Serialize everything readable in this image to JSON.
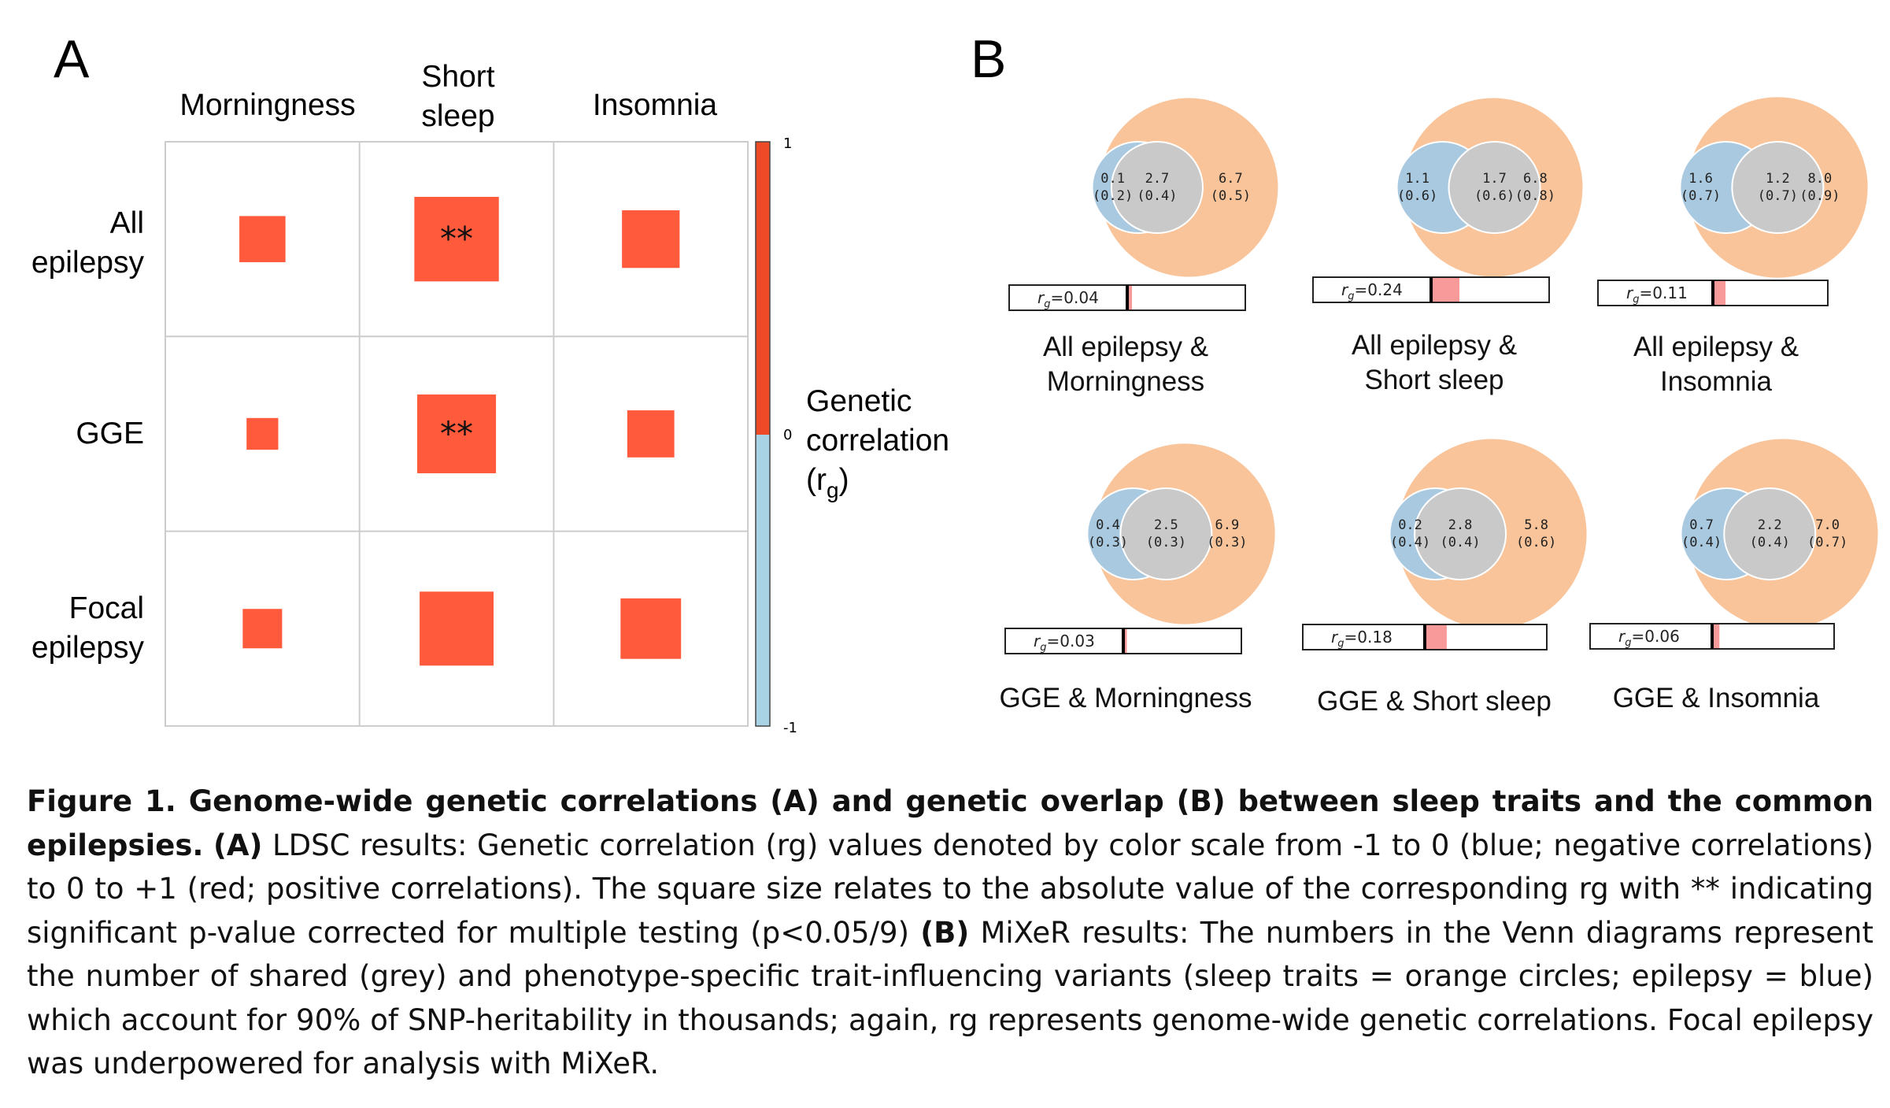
{
  "panel_a": {
    "label": "A",
    "col_headers": [
      "Morningness",
      "Short sleep",
      "Insomnia"
    ],
    "rows": [
      {
        "label": "All epilepsy",
        "cells": [
          {
            "size": 0.48,
            "sig": ""
          },
          {
            "size": 0.88,
            "sig": "**"
          },
          {
            "size": 0.6,
            "sig": ""
          }
        ]
      },
      {
        "label": "GGE",
        "cells": [
          {
            "size": 0.33,
            "sig": ""
          },
          {
            "size": 0.82,
            "sig": "**"
          },
          {
            "size": 0.49,
            "sig": ""
          }
        ]
      },
      {
        "label": "Focal epilepsy",
        "cells": [
          {
            "size": 0.41,
            "sig": ""
          },
          {
            "size": 0.77,
            "sig": ""
          },
          {
            "size": 0.63,
            "sig": ""
          }
        ]
      }
    ],
    "colorbar": {
      "ticks": [
        "1",
        "0",
        "-1"
      ],
      "title_line1": "Genetic",
      "title_line2": "correlation",
      "title_line3": "(r",
      "title_sub": "g",
      "title_close": ")"
    },
    "colors": {
      "positive": "#ff5a3c",
      "negative": "#a8d3e4",
      "grid": "#cccccc",
      "bar_pos": "#ee4a27"
    }
  },
  "panel_b": {
    "label": "B",
    "colors": {
      "epilepsy": "#a9c9e0",
      "sleep": "#f9c49a",
      "shared": "#c9c9c9",
      "rg_fill": "#f99a9a"
    },
    "diagrams": [
      {
        "title_line1": "All epilepsy &",
        "title_line2": "Morningness",
        "left": "0.1",
        "left_sd": "(0.2)",
        "shared": "2.7",
        "shared_sd": "(0.4)",
        "right": "6.7",
        "right_sd": "(0.5)",
        "rg_text": "=0.04",
        "rg": 0.04
      },
      {
        "title_line1": "All epilepsy &",
        "title_line2": "Short sleep",
        "left": "1.1",
        "left_sd": "(0.6)",
        "shared": "1.7",
        "shared_sd": "(0.6)",
        "right": "6.8",
        "right_sd": "(0.8)",
        "rg_text": "=0.24",
        "rg": 0.24
      },
      {
        "title_line1": "All epilepsy &",
        "title_line2": "Insomnia",
        "left": "1.6",
        "left_sd": "(0.7)",
        "shared": "1.2",
        "shared_sd": "(0.7)",
        "right": "8.0",
        "right_sd": "(0.9)",
        "rg_text": "=0.11",
        "rg": 0.11
      },
      {
        "title_line1": "GGE & Morningness",
        "title_line2": "",
        "left": "0.4",
        "left_sd": "(0.3)",
        "shared": "2.5",
        "shared_sd": "(0.3)",
        "right": "6.9",
        "right_sd": "(0.3)",
        "rg_text": "=0.03",
        "rg": 0.03
      },
      {
        "title_line1": "GGE & Short sleep",
        "title_line2": "",
        "left": "0.2",
        "left_sd": "(0.4)",
        "shared": "2.8",
        "shared_sd": "(0.4)",
        "right": "5.8",
        "right_sd": "(0.6)",
        "rg_text": "=0.18",
        "rg": 0.18
      },
      {
        "title_line1": "GGE & Insomnia",
        "title_line2": "",
        "left": "0.7",
        "left_sd": "(0.4)",
        "shared": "2.2",
        "shared_sd": "(0.4)",
        "right": "7.0",
        "right_sd": "(0.7)",
        "rg_text": "=0.06",
        "rg": 0.06
      }
    ]
  },
  "caption": {
    "fig_label": "Figure 1. Genome-wide genetic correlations (A) and genetic overlap (B) between sleep traits and the common epilepsies.",
    "part_a_label": "(A)",
    "part_a_text": "LDSC results: Genetic correlation (rg) values denoted by color scale from -1 to 0 (blue; negative correlations) to 0 to +1 (red; positive correlations). The square size relates to the absolute value of the corresponding rg with ** indicating significant p-value corrected for multiple testing (p<0.05/9)",
    "part_b_label": "(B)",
    "part_b_text": "MiXeR results: The numbers in the Venn diagrams represent the number of shared (grey) and phenotype-specific trait-influencing variants (sleep traits = orange circles; epilepsy = blue) which account for 90% of SNP-heritability in thousands; again, rg represents genome-wide genetic correlations. Focal epilepsy was underpowered for analysis with MiXeR."
  }
}
